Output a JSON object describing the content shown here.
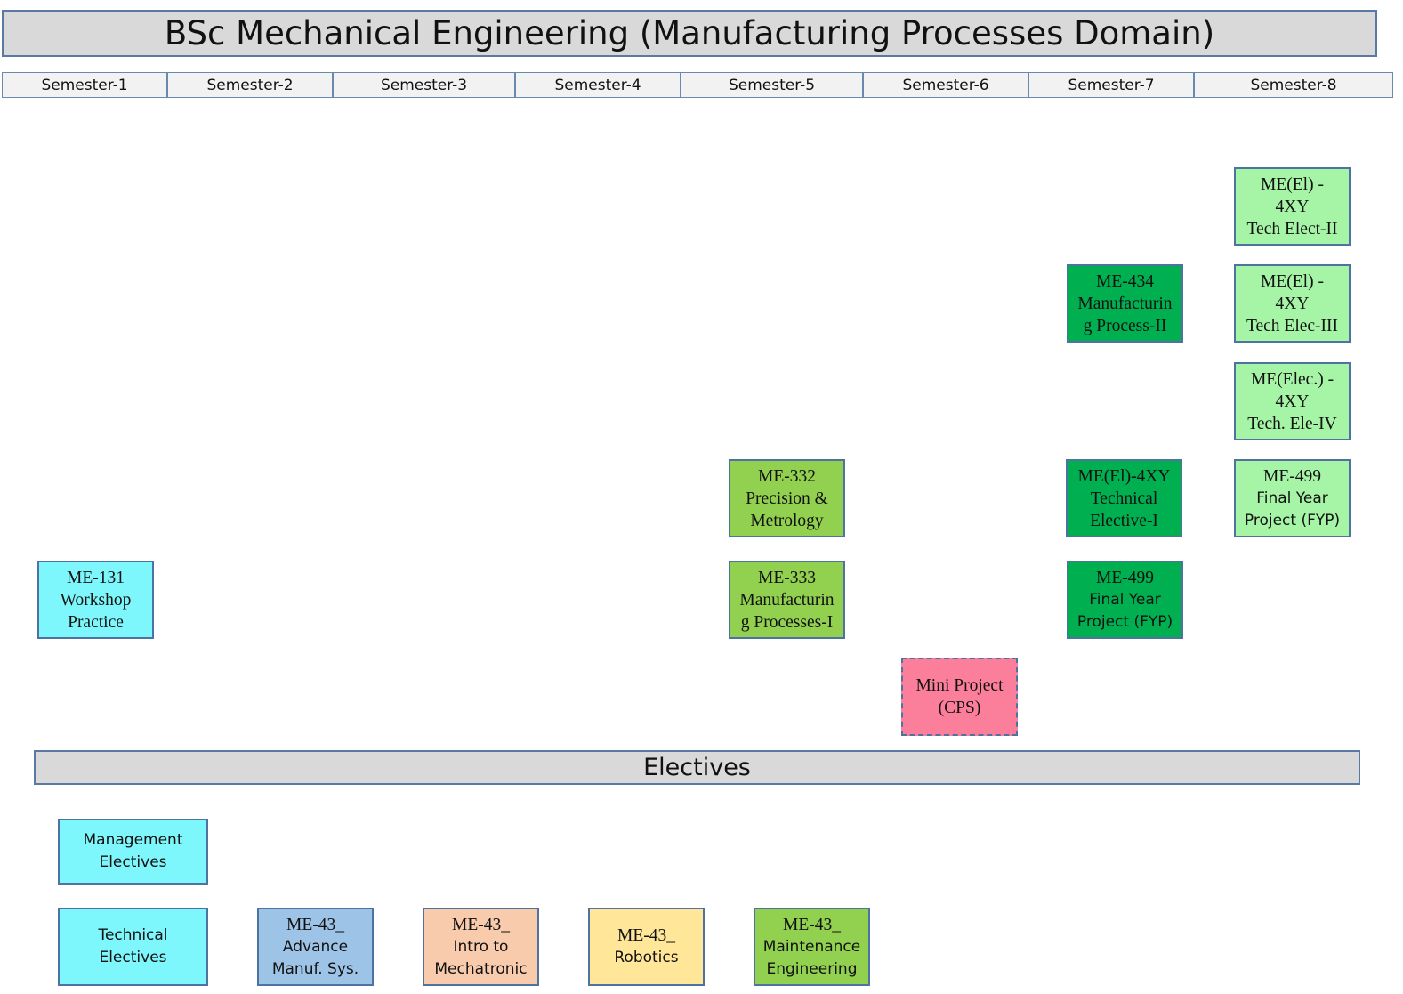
{
  "title": "BSc Mechanical Engineering (Manufacturing Processes Domain)",
  "semesters": [
    "Semester-1",
    "Semester-2",
    "Semester-3",
    "Semester-4",
    "Semester-5",
    "Semester-6",
    "Semester-7",
    "Semester-8"
  ],
  "electives_header": "Electives",
  "courses": [
    {
      "id": "me131",
      "lines": [
        "ME-131",
        "Workshop",
        "Practice"
      ],
      "color": "#7df7fb"
    },
    {
      "id": "me332",
      "lines": [
        "ME-332",
        "Precision &",
        "Metrology"
      ],
      "color": "#92d050"
    },
    {
      "id": "me333",
      "lines": [
        "ME-333",
        "Manufacturin",
        "g Processes-I"
      ],
      "color": "#92d050"
    },
    {
      "id": "mini-project",
      "lines": [
        "Mini Project",
        "(CPS)"
      ],
      "color": "#fb7f9b"
    },
    {
      "id": "me434",
      "lines": [
        "ME-434",
        "Manufacturin",
        "g Process-II"
      ],
      "color": "#00b050"
    },
    {
      "id": "te1",
      "lines": [
        "ME(El)-4XY",
        "Technical",
        "Elective-I"
      ],
      "color": "#00b050"
    },
    {
      "id": "fyp7",
      "lines": [
        "ME-499",
        "Final Year",
        "Project (FYP)"
      ],
      "color": "#00b050"
    },
    {
      "id": "te2",
      "lines": [
        "ME(El) -",
        "4XY",
        "Tech Elect-II"
      ],
      "color": "#a6f5a6"
    },
    {
      "id": "te3",
      "lines": [
        "ME(El) -",
        "4XY",
        "Tech Elec-III"
      ],
      "color": "#a6f5a6"
    },
    {
      "id": "te4",
      "lines": [
        "ME(Elec.) -",
        "4XY",
        "Tech. Ele-IV"
      ],
      "color": "#a6f5a6"
    },
    {
      "id": "fyp8",
      "lines": [
        "ME-499",
        "Final Year",
        "Project (FYP)"
      ],
      "color": "#a6f5a6"
    }
  ],
  "electives": [
    {
      "id": "management",
      "lines": [
        "Management",
        "Electives"
      ],
      "color": "#7df7fb"
    },
    {
      "id": "technical",
      "lines": [
        "Technical",
        "Electives"
      ],
      "color": "#7df7fb"
    },
    {
      "id": "advance-manuf",
      "lines": [
        "ME-43_",
        "Advance",
        "Manuf. Sys."
      ],
      "color": "#9dc3e6"
    },
    {
      "id": "mechatronic",
      "lines": [
        "ME-43_",
        "Intro to",
        "Mechatronic"
      ],
      "color": "#f8cbad"
    },
    {
      "id": "robotics",
      "lines": [
        "ME-43_",
        "Robotics"
      ],
      "color": "#ffe699"
    },
    {
      "id": "maintenance",
      "lines": [
        "ME-43_",
        "Maintenance",
        "Engineering"
      ],
      "color": "#92d050"
    }
  ]
}
